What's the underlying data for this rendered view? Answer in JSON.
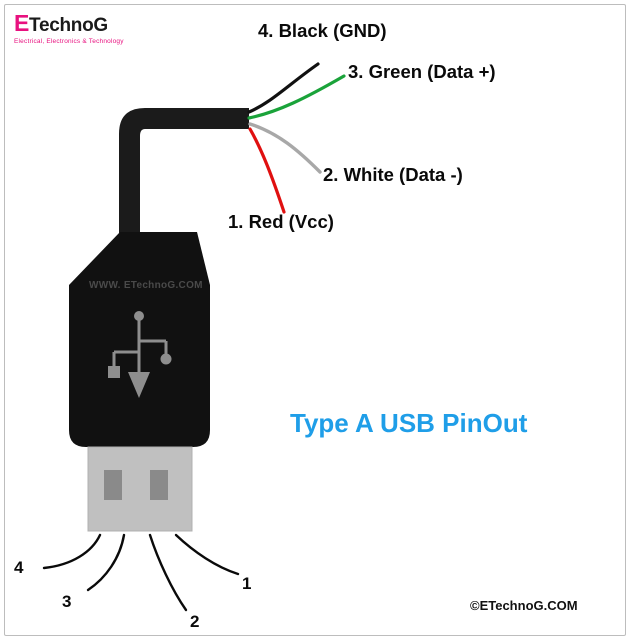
{
  "brand": {
    "logo_initial": "E",
    "logo_text": "TechnoG",
    "logo_tagline": "Electrical, Electronics & Technology"
  },
  "diagram": {
    "title": "Type A USB PinOut",
    "watermark": "WWW. ETechnoG.COM",
    "credit": "©ETechnoG.COM",
    "wires": [
      {
        "id": "wire-1",
        "label": "1. Red (Vcc)",
        "color": "#e01010",
        "name": "Vcc",
        "number": "1"
      },
      {
        "id": "wire-2",
        "label": "2. White (Data -)",
        "color": "#a8a8a8",
        "name": "Data -",
        "number": "2"
      },
      {
        "id": "wire-3",
        "label": "3. Green (Data +)",
        "color": "#1aa33a",
        "name": "Data +",
        "number": "3"
      },
      {
        "id": "wire-4",
        "label": "4. Black (GND)",
        "color": "#111111",
        "name": "GND",
        "number": "4"
      }
    ],
    "pin_callouts": [
      {
        "id": "pin-4",
        "number": "4"
      },
      {
        "id": "pin-3",
        "number": "3"
      },
      {
        "id": "pin-2",
        "number": "2"
      },
      {
        "id": "pin-1",
        "number": "1"
      }
    ],
    "colors": {
      "connector_body": "#111111",
      "metal_shell": "#c0c0c0",
      "contact": "#8a8a8a",
      "title_accent": "#1f9ee8",
      "brand_accent": "#e8117f",
      "frame": "#bdbdbd"
    }
  }
}
